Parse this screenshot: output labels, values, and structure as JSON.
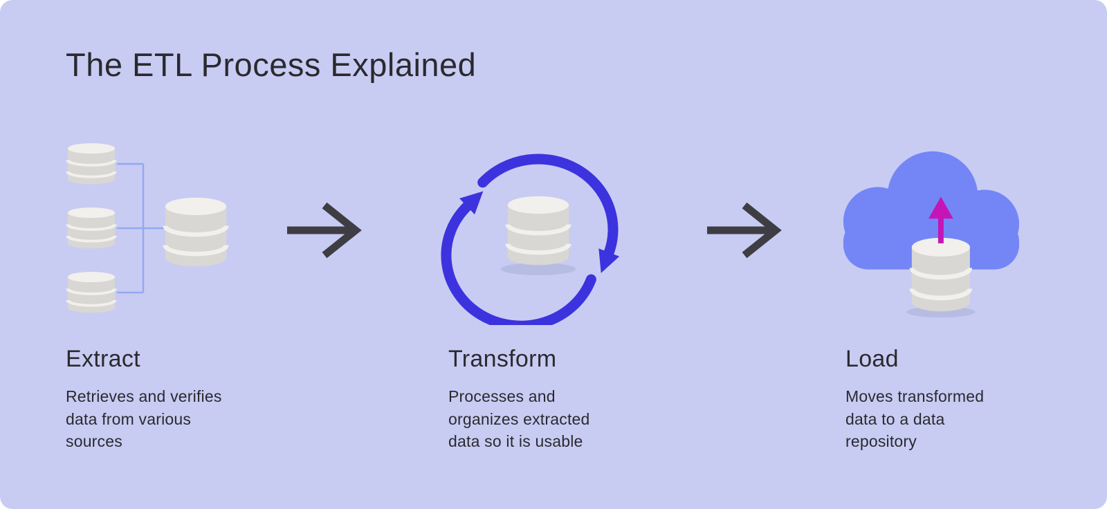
{
  "title": "The ETL Process Explained",
  "steps": [
    {
      "label": "Extract",
      "icon": "source-databases-icon",
      "description_lines": [
        "Retrieves and verifies",
        "data from various",
        "sources"
      ]
    },
    {
      "label": "Transform",
      "icon": "transform-cycle-icon",
      "description_lines": [
        "Processes and",
        "organizes extracted",
        "data so it is usable"
      ]
    },
    {
      "label": "Load",
      "icon": "cloud-upload-icon",
      "description_lines": [
        "Moves transformed",
        "data to a data",
        "repository"
      ]
    }
  ],
  "connectors": {
    "icon": "flow-arrow-icon"
  },
  "colors": {
    "background": "#c8ccf3",
    "text": "#2a2a2e",
    "flow_arrow": "#3d3d43",
    "cycle_arrows": "#3c33de",
    "cloud": "#7486f6",
    "upload_arrow": "#c415b6",
    "database_body": "#d8d7d3",
    "database_top": "#f1f0ec",
    "link_lines": "#94a7f2"
  }
}
